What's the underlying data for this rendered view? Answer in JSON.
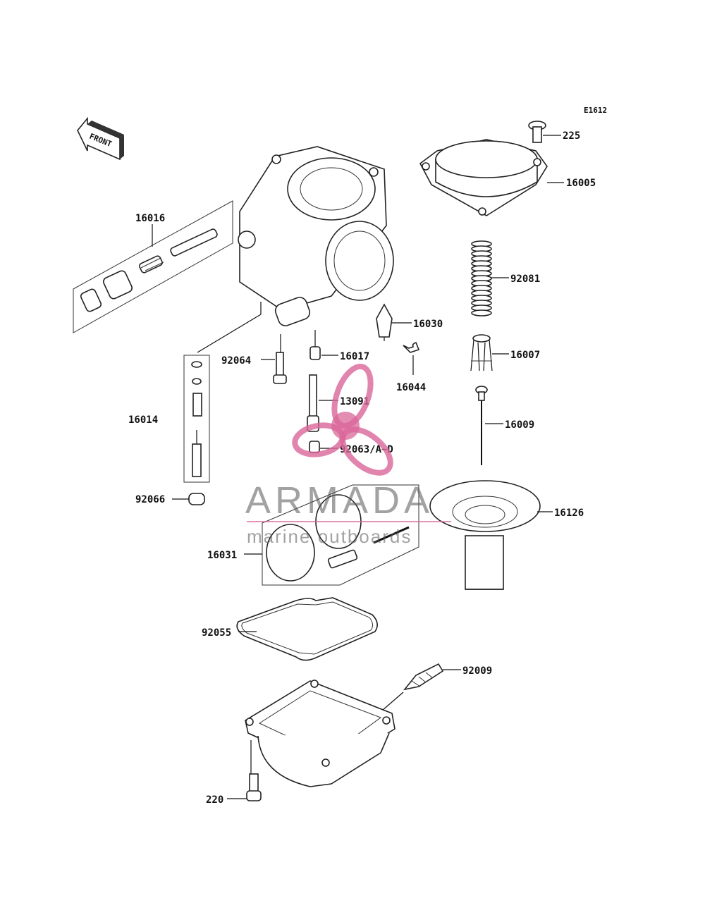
{
  "diagram": {
    "code": "E1612",
    "direction_label": "FRONT",
    "accent_colors": {
      "line": "#111111",
      "watermark": "#d9679a",
      "watermark_text": "#555555"
    },
    "labels": {
      "p225": "225",
      "p16005": "16005",
      "p16016": "16016",
      "p92081": "92081",
      "p16030": "16030",
      "p92064": "92064",
      "p16017": "16017",
      "p16007": "16007",
      "p16044": "16044",
      "p13091": "13091",
      "p16014": "16014",
      "p16009": "16009",
      "p92063": "92063/A~D",
      "p92066": "92066",
      "p16126": "16126",
      "p16031": "16031",
      "p92055": "92055",
      "p92009": "92009",
      "p220": "220"
    }
  },
  "watermark": {
    "brand": "ARMADA",
    "tagline": "marine outboards"
  }
}
